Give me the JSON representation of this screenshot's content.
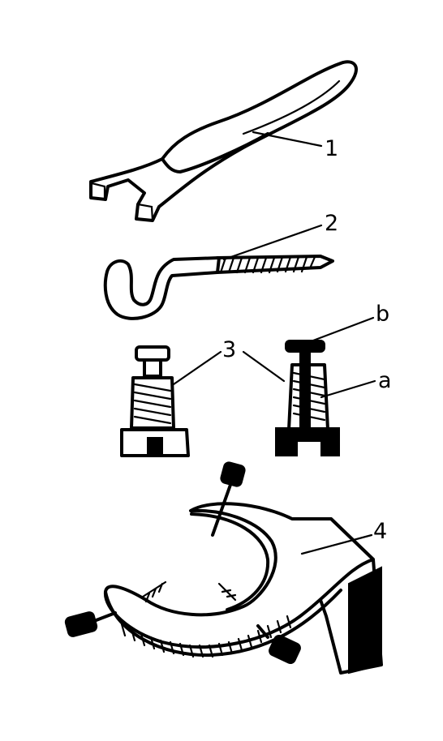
{
  "figure": {
    "labels": {
      "wrench": "1",
      "hook": "2",
      "screws": "3",
      "screw_part_b": "b",
      "screw_part_a": "a",
      "ring_clamp": "4"
    }
  }
}
